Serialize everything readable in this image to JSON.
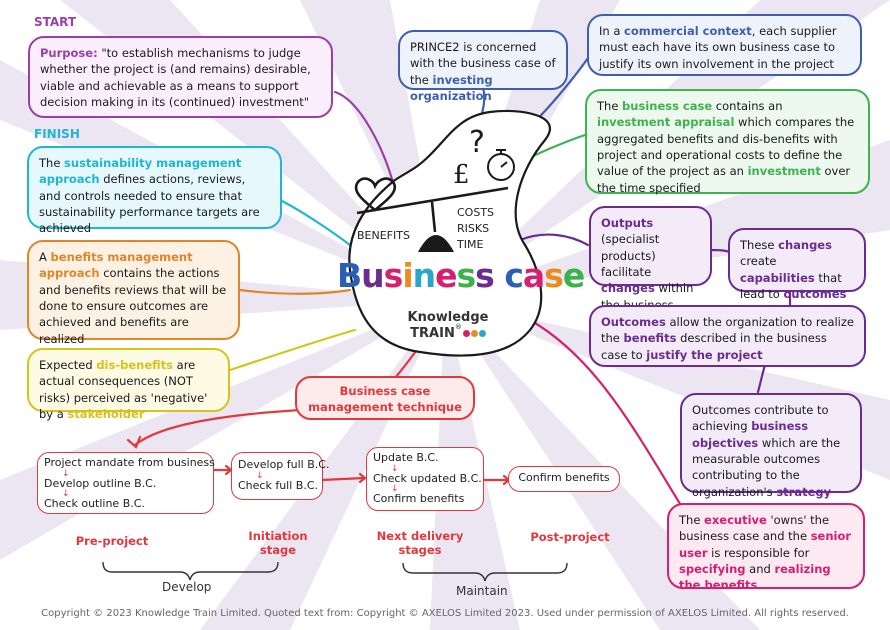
{
  "labels": {
    "start": "START",
    "finish": "FINISH"
  },
  "boxes": {
    "purpose": {
      "h": "Purpose:",
      "t": " \"to establish mechanisms to judge whether the project is (and remains) desirable, viable and achievable as a means to support decision making in its (continued) investment\""
    },
    "sustain": {
      "a": "The ",
      "h": "sustainability management approach",
      "t": " defines actions, reviews, and controls needed to ensure that sustainability performance targets are achieved"
    },
    "benefits_approach": {
      "a": "A ",
      "h": "benefits management approach",
      "t": " contains the actions and benefits reviews that will be done to ensure outcomes are achieved and benefits are realized"
    },
    "disbenefits": {
      "a": "Expected ",
      "h": "dis-benefits",
      "b": " are actual consequences (NOT risks) perceived as 'negative' by a ",
      "h2": "stakeholder"
    },
    "prince2": {
      "a": "PRINCE2 is concerned with the business case of the ",
      "h": "investing organization"
    },
    "commercial": {
      "a": "In a ",
      "h": "commercial context",
      "t": ", each supplier must each have its own business case to justify its own involvement in the project"
    },
    "business_case": {
      "a": "The ",
      "h": "business case",
      "b": " contains an ",
      "h2": "investment appraisal",
      "c": " which compares the aggregated benefits and dis-benefits with project and operational costs to define the value of the project as an ",
      "h3": "investment",
      "d": " over the time specified"
    },
    "outputs": {
      "h": "Outputs",
      "a": " (specialist products) facilitate ",
      "h2": "changes",
      "b": " within the business"
    },
    "changes": {
      "a": "These ",
      "h": "changes",
      "b": " create ",
      "h2": "capabilities",
      "c": " that lead to ",
      "h3": "outcomes"
    },
    "outcomes": {
      "h": "Outcomes",
      "a": " allow the organization to realize the ",
      "h2": "benefits",
      "b": " described in the business case to ",
      "h3": "justify the project"
    },
    "objectives": {
      "a": "Outcomes contribute to achieving ",
      "h": "business objectives",
      "b": " which are the measurable outcomes contributing to the organization's ",
      "h2": "strategy"
    },
    "executive": {
      "a": "The ",
      "h": "executive",
      "b": " 'owns' the business case and the ",
      "h2": "senior user",
      "c": " is responsible for ",
      "h3": "specifying",
      "d": " and ",
      "h4": "realizing the benefits"
    }
  },
  "center": {
    "title_letters": [
      "B",
      "u",
      "s",
      "i",
      "n",
      "e",
      "s",
      "s",
      " ",
      "c",
      "a",
      "s",
      "e"
    ],
    "benefits": "BENEFITS",
    "costs": "COSTS",
    "risks": "RISKS",
    "time": "TIME",
    "brand_top": "Knowledge",
    "brand_bottom": "TRAIN",
    "brand_mark": "®",
    "icons": [
      "heart-icon",
      "question-icon",
      "pound-icon",
      "stopwatch-icon"
    ]
  },
  "technique": {
    "title": "Business case management technique"
  },
  "steps": {
    "pre": [
      "Project mandate from business",
      "Develop outline B.C.",
      "Check outline B.C."
    ],
    "init": [
      "Develop full B.C.",
      "Check full B.C."
    ],
    "next": [
      "Update B.C.",
      "Check updated B.C.",
      "Confirm benefits"
    ],
    "post": [
      "Confirm benefits"
    ]
  },
  "stages": {
    "pre": "Pre-project",
    "init": "Initiation stage",
    "next": "Next delivery stages",
    "post": "Post-project"
  },
  "braces": {
    "develop": "Develop",
    "maintain": "Maintain"
  },
  "copyright": "Copyright © 2023 Knowledge Train Limited. Quoted text from: Copyright © AXELOS Limited 2023. Used under permission of AXELOS Limited. All rights reserved.",
  "colors": {
    "purple": "#9b3fa8",
    "cyan": "#1fb6d6",
    "orange": "#e0862a",
    "yellow": "#d8c21c",
    "blue": "#3f5fae",
    "green": "#3fb34f",
    "violet": "#6a2c91",
    "magenta": "#d4206f",
    "red": "#e0393e"
  }
}
